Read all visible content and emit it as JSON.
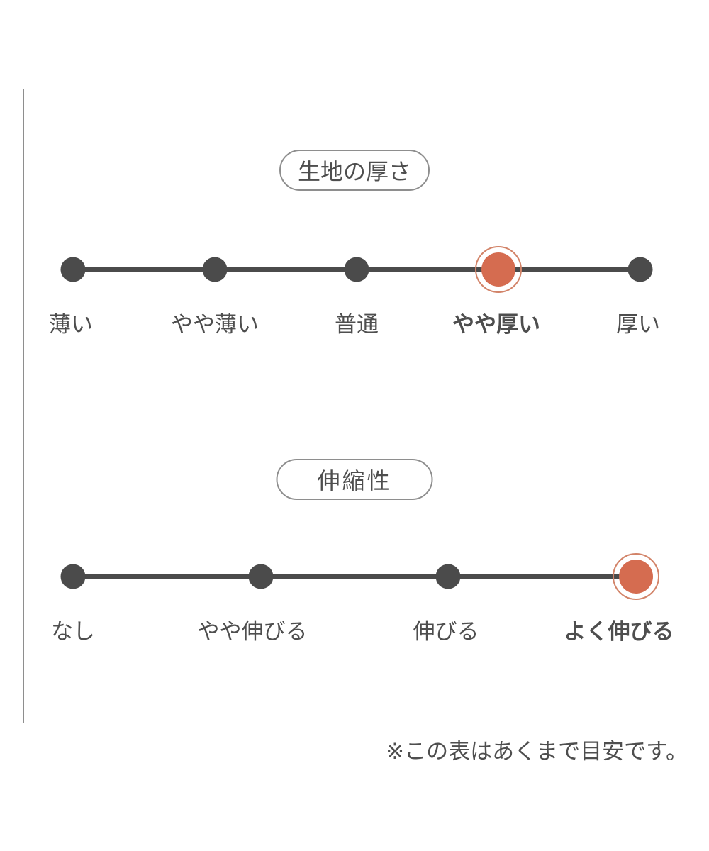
{
  "note": "※この表はあくまで目安です。",
  "colors": {
    "accent": "#d56c50",
    "accent_ring": "#d28368",
    "line": "#4b4b4b",
    "text": "#4e4e4e",
    "frame_border": "#8e8e8e",
    "background": "#ffffff"
  },
  "chart_data": [
    {
      "type": "scale",
      "title": "生地の厚さ",
      "categories": [
        "薄い",
        "やや薄い",
        "普通",
        "やや厚い",
        "厚い"
      ],
      "selected": "やや厚い",
      "selected_index": 3,
      "num_steps": 5,
      "legend_position": "below",
      "grid": false
    },
    {
      "type": "scale",
      "title": "伸縮性",
      "categories": [
        "なし",
        "やや伸びる",
        "伸びる",
        "よく伸びる"
      ],
      "selected": "よく伸びる",
      "selected_index": 3,
      "num_steps": 4,
      "legend_position": "below",
      "grid": false
    }
  ]
}
